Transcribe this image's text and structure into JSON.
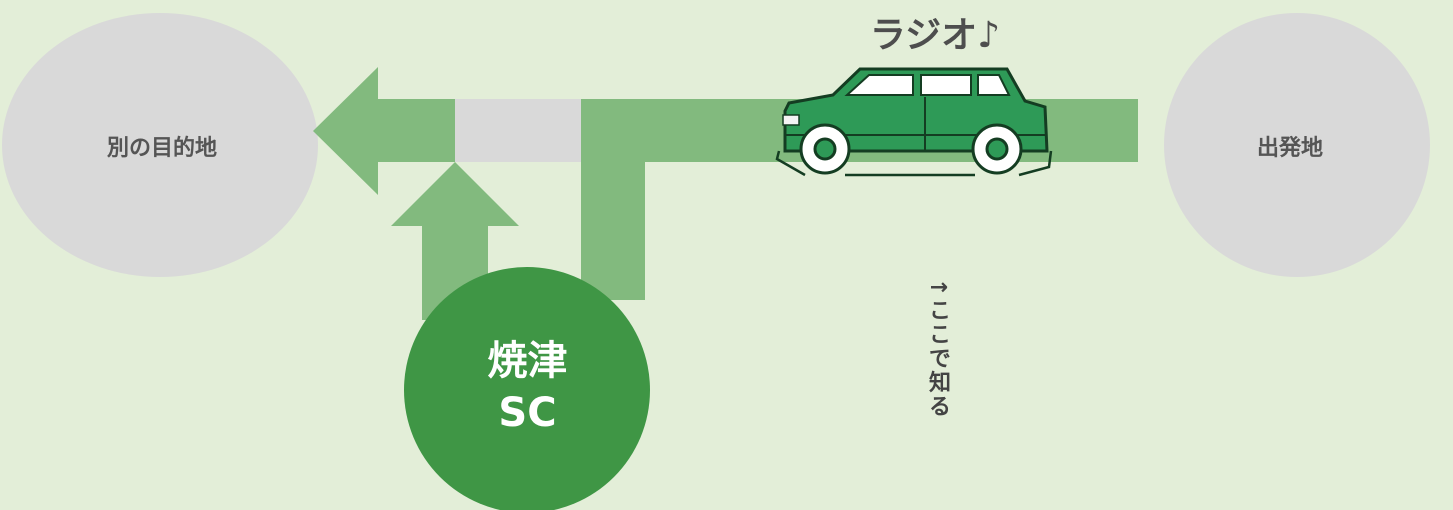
{
  "nodes": {
    "destination": "別の目的地",
    "origin": "出発地",
    "sc": [
      "焼津",
      "SC"
    ]
  },
  "annotations": {
    "radio": "ラジオ♪",
    "know_here": "↑ここで知る"
  },
  "colors": {
    "background": "#e3eed8",
    "road": "#82ba7e",
    "node_gray": "#d9d9d9",
    "sc_green": "#3f9645",
    "car_body": "#2e9a57"
  },
  "icons": [
    "car-icon",
    "left-arrow-icon",
    "up-arrow-icon"
  ]
}
